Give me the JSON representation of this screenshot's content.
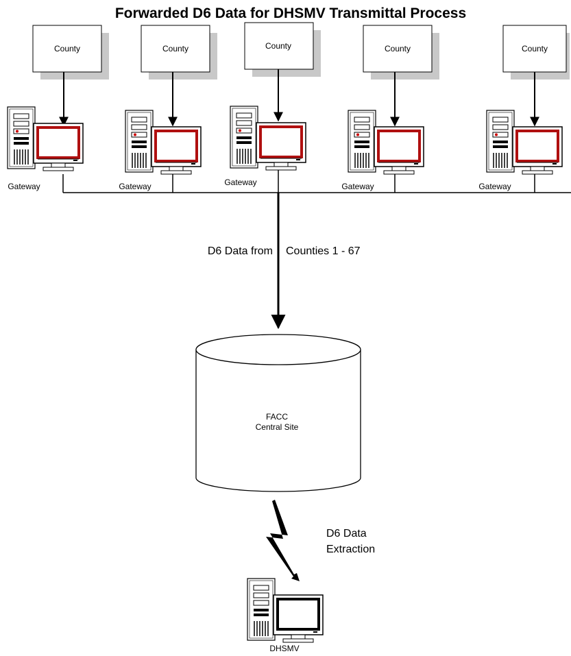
{
  "diagram": {
    "title": "Forwarded D6 Data for DHSMV Transmittal Process",
    "county_label": "County",
    "gateway_label": "Gateway",
    "flow_label_left": "D6 Data from",
    "flow_label_right": "Counties 1 - 67",
    "database_line1": "FACC",
    "database_line2": "Central Site",
    "extraction_line1": "D6 Data",
    "extraction_line2": "Extraction",
    "destination_label": "DHSMV",
    "colors": {
      "screen_border": "#b01010",
      "box_shadow": "#c8c8c8",
      "line": "#000000"
    }
  }
}
